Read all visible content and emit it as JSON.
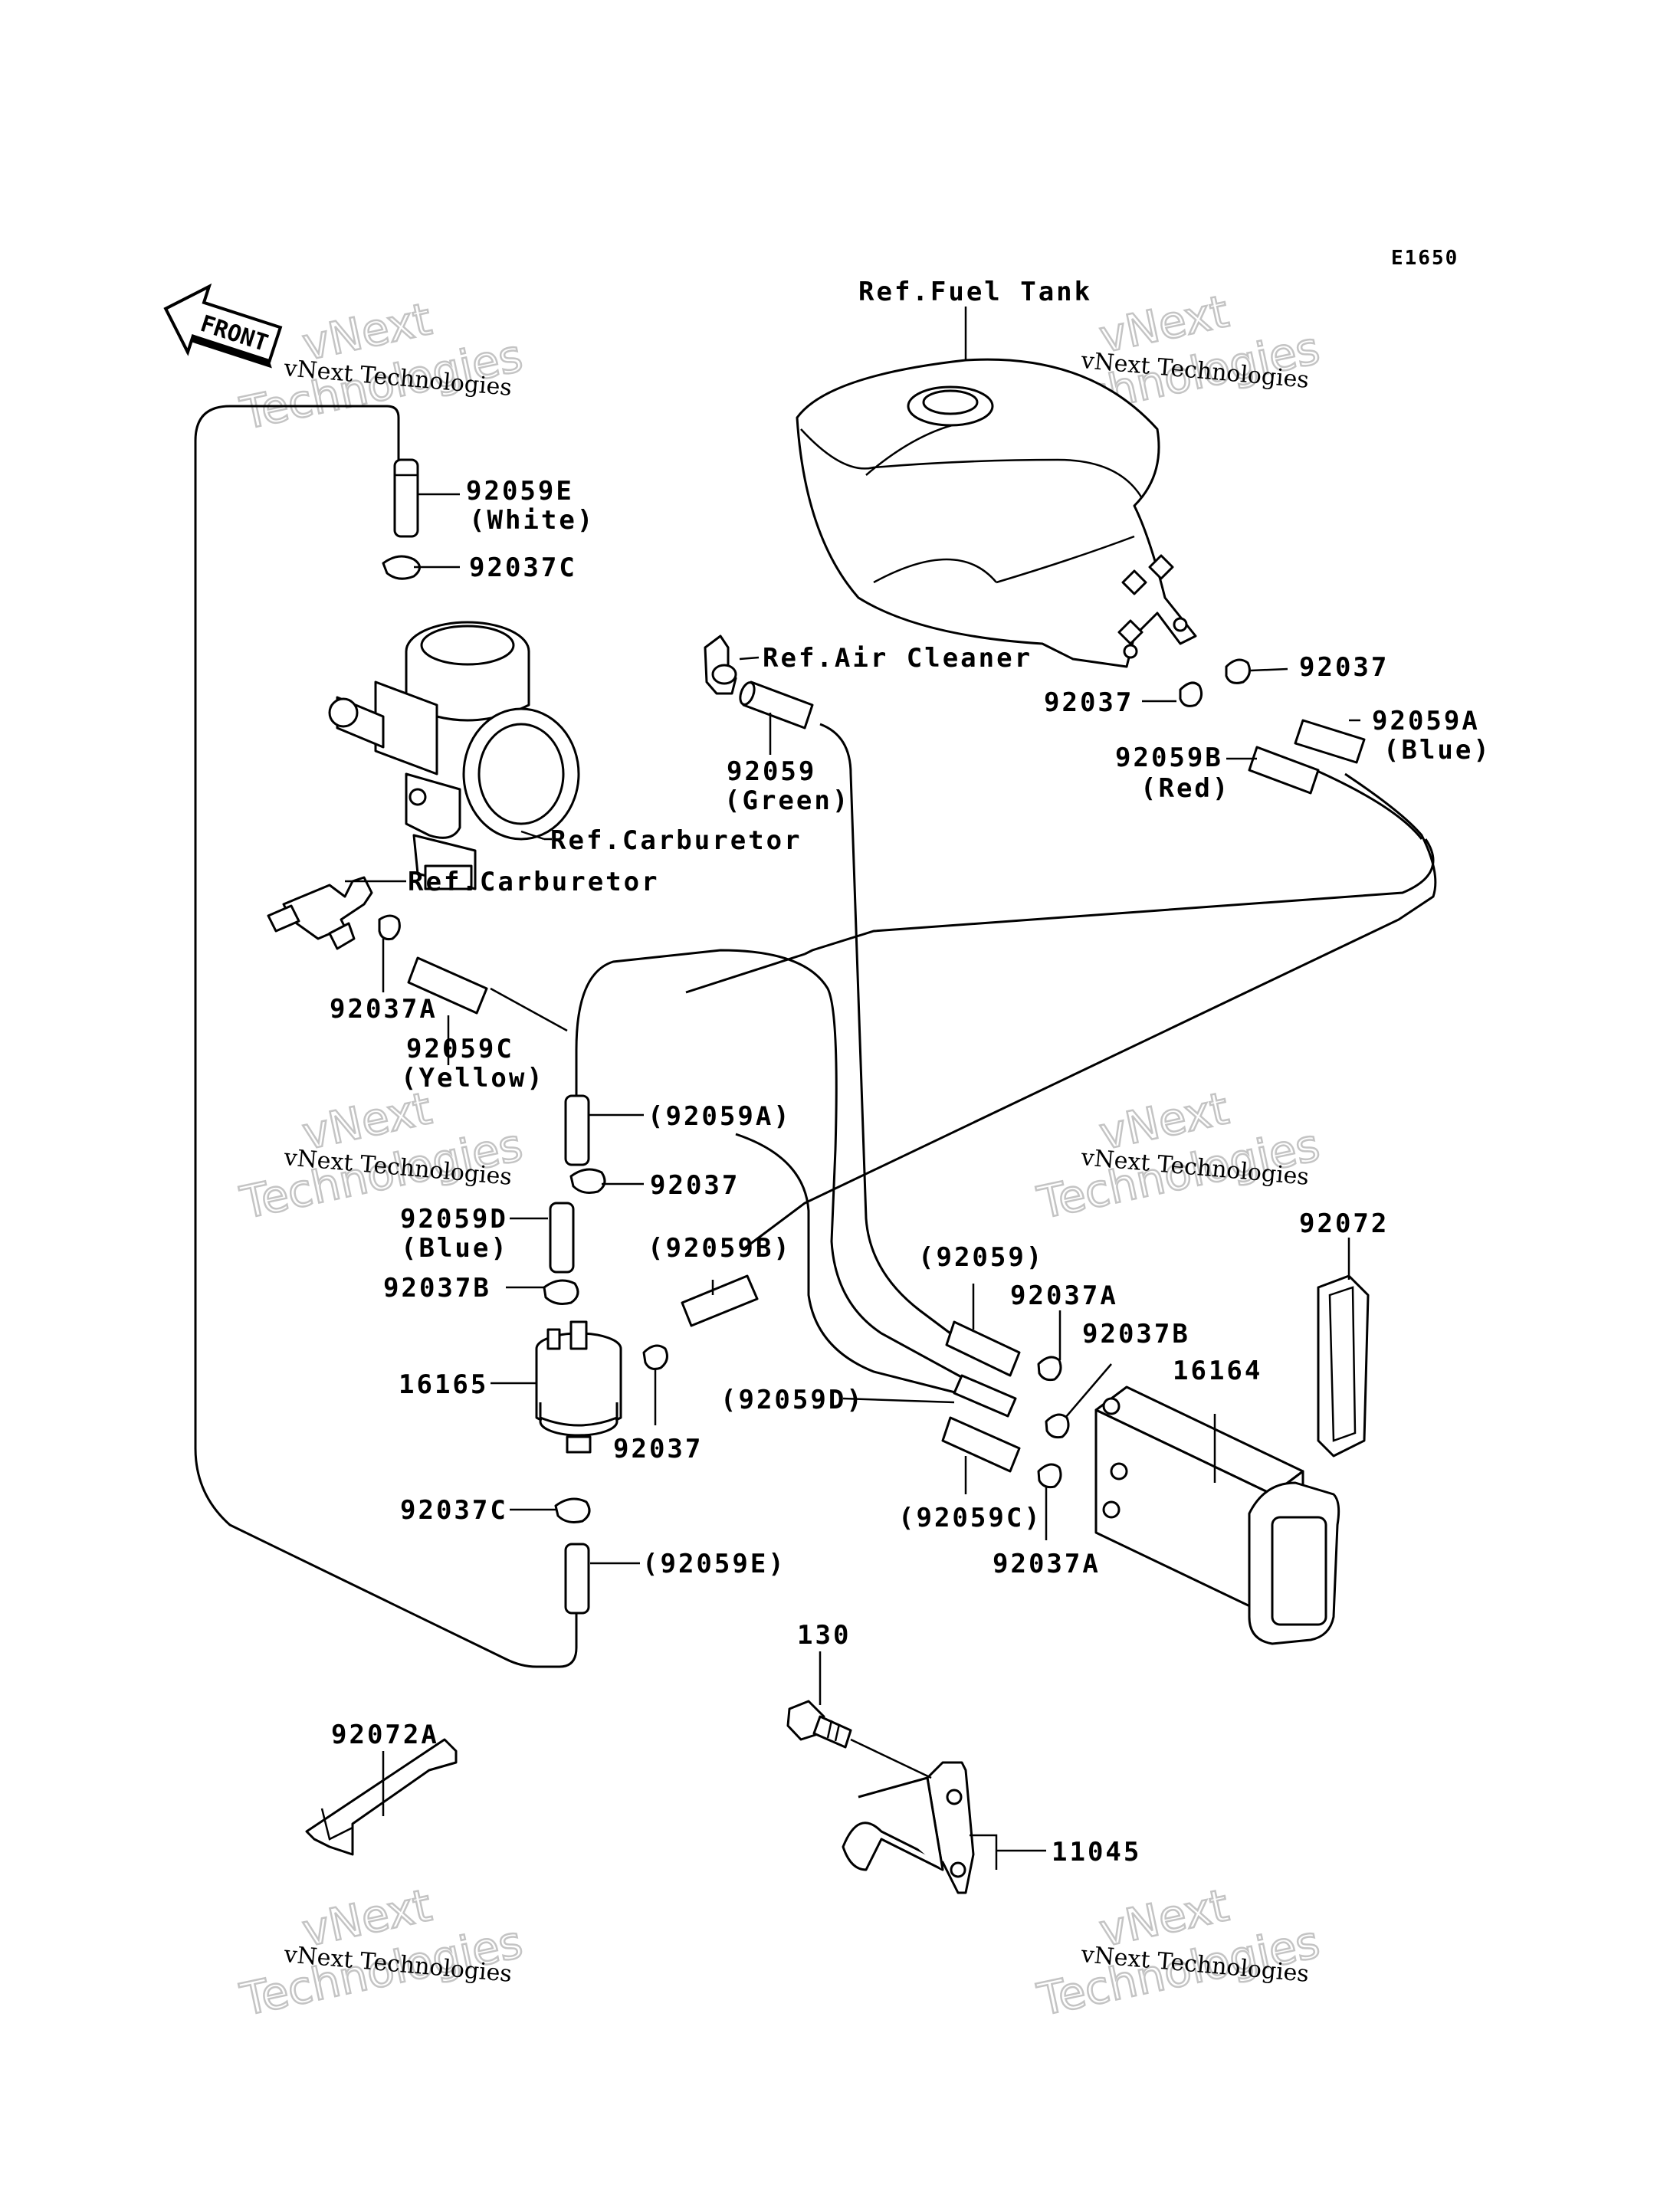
{
  "diagram": {
    "code": "E1650",
    "front_label": "FRONT",
    "watermark": {
      "line1": "vNext",
      "line2": "Technologies",
      "small": "vNext Technologies"
    },
    "labels": {
      "fuel_tank": "Ref.Fuel Tank",
      "air_cleaner": "Ref.Air Cleaner",
      "carburetor_1": "Ref.Carburetor",
      "carburetor_2": "Ref.Carburetor",
      "p92059E_top": "92059E",
      "p92059E_top_color": "(White)",
      "p92037C_top": "92037C",
      "p92037_r1": "92037",
      "p92037_r2": "92037",
      "p92059A_r": "92059A",
      "p92059A_r_color": "(Blue)",
      "p92059B_r": "92059B",
      "p92059B_r_color": "(Red)",
      "p92059_green": "92059",
      "p92059_green_color": "(Green)",
      "p92037A_l": "92037A",
      "p92059C_l": "92059C",
      "p92059C_l_color": "(Yellow)",
      "p92059A_mid": "(92059A)",
      "p92037_mid": "92037",
      "p92059D_l": "92059D",
      "p92059D_l_color": "(Blue)",
      "p92037B_l": "92037B",
      "p92059B_mid": "(92059B)",
      "p16165": "16165",
      "p92037_low": "92037",
      "p92037C_low": "92037C",
      "p92059E_low": "(92059E)",
      "p92059_paren": "(92059)",
      "p92037A_r1": "92037A",
      "p92037B_r": "92037B",
      "p92059D_r": "(92059D)",
      "p16164": "16164",
      "p92072": "92072",
      "p92059C_r": "(92059C)",
      "p92037A_r2": "92037A",
      "p130": "130",
      "p92072A": "92072A",
      "p11045": "11045"
    }
  }
}
